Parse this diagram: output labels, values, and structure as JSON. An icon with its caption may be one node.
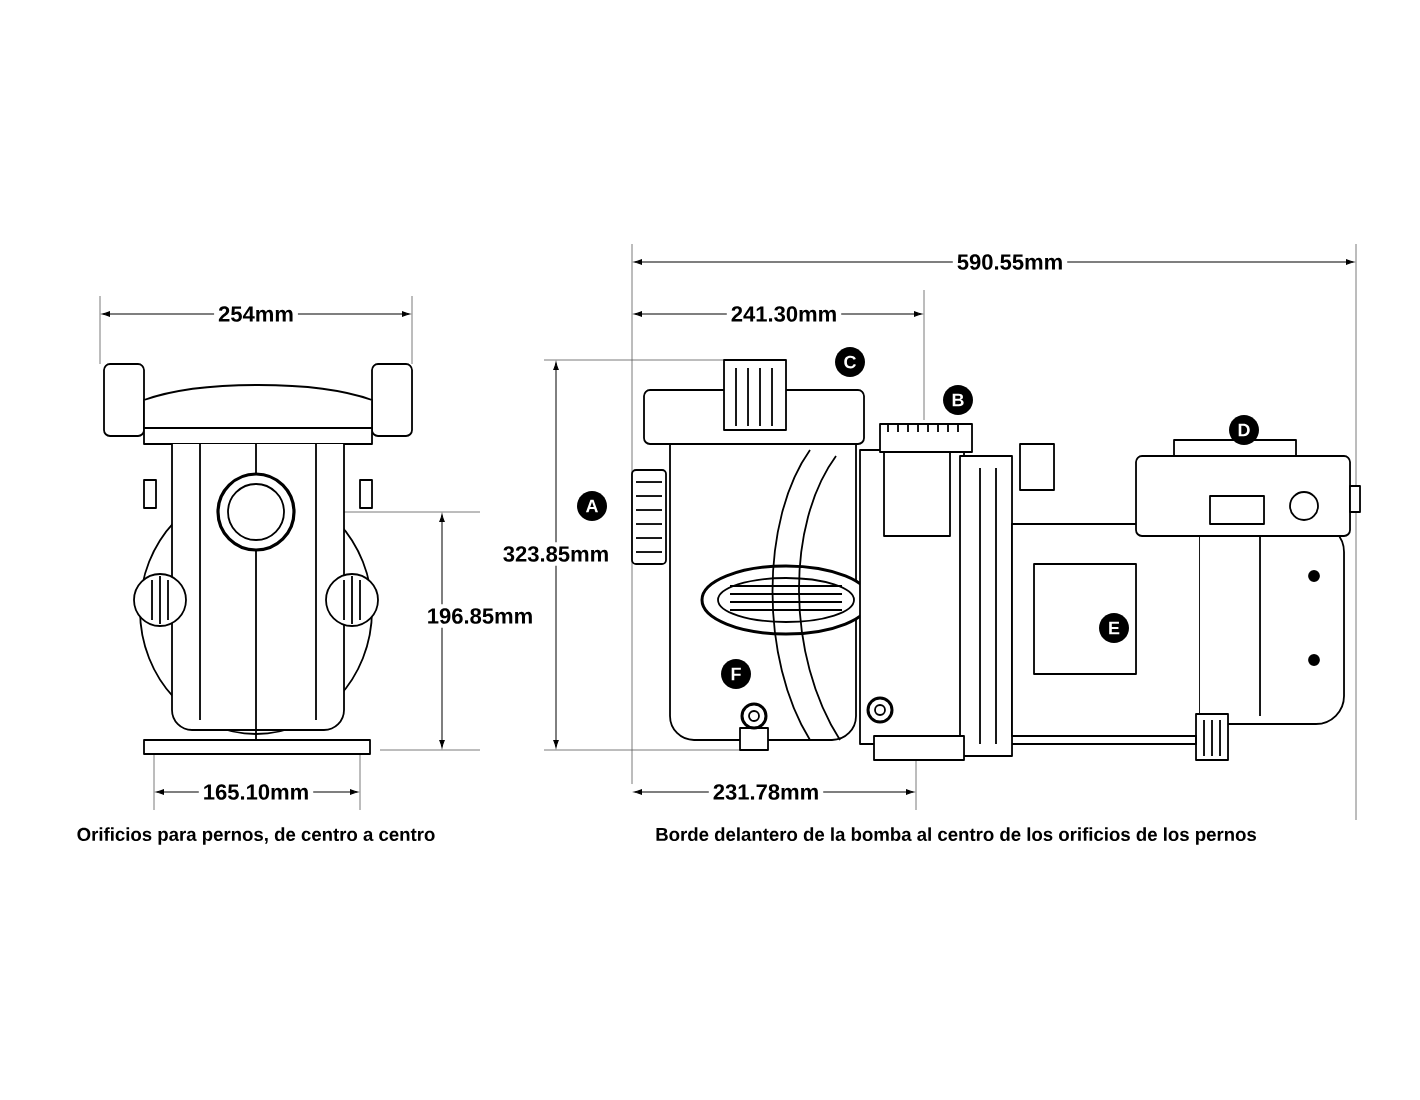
{
  "diagram": {
    "labels": [
      "590.55mm",
      "254mm",
      "241.30mm",
      "C",
      "B",
      "D",
      "A",
      "323.85mm",
      "196.85mm",
      "E",
      "F",
      "165.10mm",
      "231.78mm",
      "Orificios para pernos, de centro a centro",
      "Borde delantero de la bomba al centro de los orificios de los pernos"
    ]
  }
}
